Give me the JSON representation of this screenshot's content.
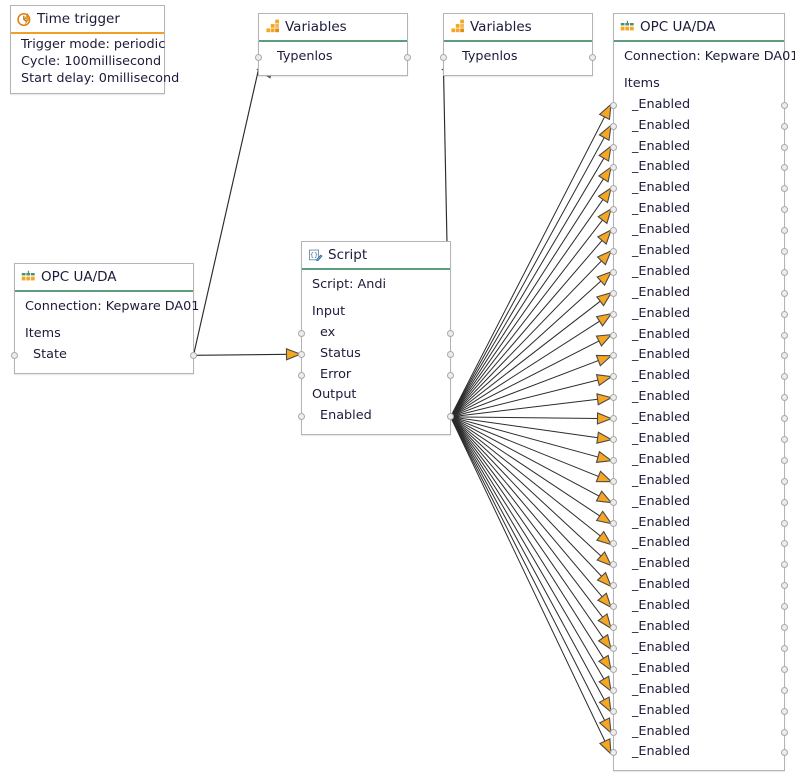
{
  "app": {
    "title": "Flow Editor Canvas"
  },
  "colors": {
    "accent_orange": "#f0a027",
    "accent_green": "#5e9c7e",
    "arrow_fill": "#f5a623",
    "arrow_stroke": "#4a4a4a",
    "node_border": "#b4b4b4",
    "text": "#1b1b3a",
    "port_fill": "#ededed",
    "port_stroke": "#a9a9a9",
    "edge_line": "#2b2b2b"
  },
  "nodes": {
    "time_trigger": {
      "title": "Time trigger",
      "icon": "clock-lightning-icon",
      "rule": "orange",
      "lines": [
        "Trigger mode: periodic",
        "Cycle: 100millisecond",
        "Start delay: 0millisecond"
      ]
    },
    "variables_1": {
      "title": "Variables",
      "icon": "orange-blocks-icon",
      "rule": "green",
      "rows": [
        "Typenlos"
      ]
    },
    "variables_2": {
      "title": "Variables",
      "icon": "orange-blocks-icon",
      "rule": "green",
      "rows": [
        "Typenlos"
      ]
    },
    "opc_left": {
      "title": "OPC UA/DA",
      "icon": "opc-blocks-icon",
      "rule": "green",
      "connection": "Connection: Kepware DA01",
      "section": "Items",
      "rows": [
        "State"
      ]
    },
    "script": {
      "title": "Script",
      "icon": "script-braces-pencil-icon",
      "rule": "green",
      "script_name": "Script: Andi",
      "input_label": "Input",
      "inputs": [
        "ex",
        "Status",
        "Error"
      ],
      "output_label": "Output",
      "outputs": [
        "Enabled"
      ]
    },
    "opc_right": {
      "title": "OPC UA/DA",
      "icon": "opc-blocks-icon",
      "rule": "green",
      "connection": "Connection: Kepware DA01",
      "section": "Items",
      "rows": [
        "_Enabled",
        "_Enabled",
        "_Enabled",
        "_Enabled",
        "_Enabled",
        "_Enabled",
        "_Enabled",
        "_Enabled",
        "_Enabled",
        "_Enabled",
        "_Enabled",
        "_Enabled",
        "_Enabled",
        "_Enabled",
        "_Enabled",
        "_Enabled",
        "_Enabled",
        "_Enabled",
        "_Enabled",
        "_Enabled",
        "_Enabled",
        "_Enabled",
        "_Enabled",
        "_Enabled",
        "_Enabled",
        "_Enabled",
        "_Enabled",
        "_Enabled",
        "_Enabled",
        "_Enabled",
        "_Enabled",
        "_Enabled"
      ]
    }
  },
  "connections": {
    "count_fanout": 32,
    "edges": [
      "opc_left.State -> variables_1.Typenlos",
      "opc_left.State -> script.Status",
      "script.Enabled -> variables_2.Typenlos",
      "script.Enabled -> opc_right.items[0..31]"
    ]
  }
}
